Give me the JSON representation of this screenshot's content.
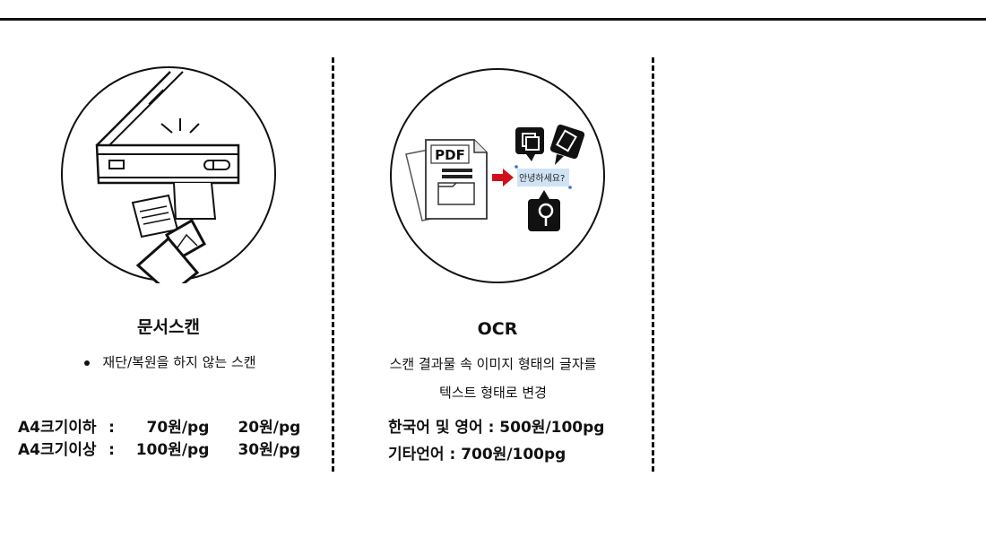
{
  "scan": {
    "title": "문서스캔",
    "bullet": "재단/복원을 하지 않는 스캔",
    "prices": [
      {
        "label": "A4크기이하",
        "sep": ":",
        "p1": "70원/pg",
        "p2": "20원/pg"
      },
      {
        "label": "A4크기이상",
        "sep": ":",
        "p1": "100원/pg",
        "p2": "30원/pg"
      }
    ]
  },
  "ocr": {
    "title": "OCR",
    "desc1": "스캔 결과물 속 이미지 형태의 글자를",
    "desc2": "텍스트 형태로 변경",
    "price_korean_english": "한국어 및 영어 : 500원/100pg",
    "price_other": "기타언어 : 700원/100pg",
    "pdf_label": "PDF",
    "bubble_text": "안녕하세요?"
  },
  "colors": {
    "line": "#111111",
    "arrow": "#d0101a",
    "highlight": "#cfe3f5"
  }
}
